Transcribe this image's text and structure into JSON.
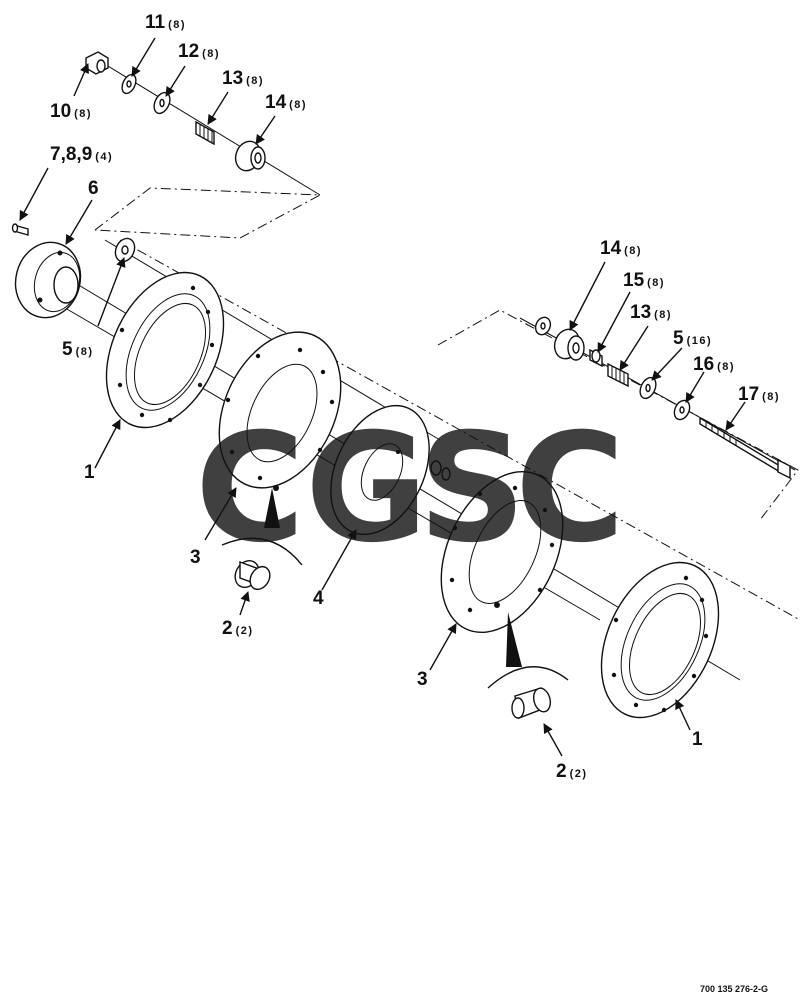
{
  "callouts": [
    {
      "id": "c11",
      "num": "11",
      "qty": "(8)"
    },
    {
      "id": "c12",
      "num": "12",
      "qty": "(8)"
    },
    {
      "id": "c13a",
      "num": "13",
      "qty": "(8)"
    },
    {
      "id": "c14a",
      "num": "14",
      "qty": "(8)"
    },
    {
      "id": "c10",
      "num": "10",
      "qty": "(8)"
    },
    {
      "id": "c789",
      "num": "7,8,9",
      "qty": "(4)"
    },
    {
      "id": "c6",
      "num": "6",
      "qty": ""
    },
    {
      "id": "c5a",
      "num": "5",
      "qty": "(8)"
    },
    {
      "id": "c1a",
      "num": "1",
      "qty": ""
    },
    {
      "id": "c3a",
      "num": "3",
      "qty": ""
    },
    {
      "id": "c2a",
      "num": "2",
      "qty": "(2)"
    },
    {
      "id": "c4",
      "num": "4",
      "qty": ""
    },
    {
      "id": "c14b",
      "num": "14",
      "qty": "(8)"
    },
    {
      "id": "c15",
      "num": "15",
      "qty": "(8)"
    },
    {
      "id": "c13b",
      "num": "13",
      "qty": "(8)"
    },
    {
      "id": "c5b",
      "num": "5",
      "qty": "(16)"
    },
    {
      "id": "c16",
      "num": "16",
      "qty": "(8)"
    },
    {
      "id": "c17",
      "num": "17",
      "qty": "(8)"
    },
    {
      "id": "c3b",
      "num": "3",
      "qty": ""
    },
    {
      "id": "c1b",
      "num": "1",
      "qty": ""
    },
    {
      "id": "c2b",
      "num": "2",
      "qty": "(2)"
    }
  ],
  "figure_id": "700 135 276-2-G",
  "watermark": {
    "letters": [
      "C",
      "G",
      "S",
      "C"
    ],
    "colors": [
      "#4a86e8",
      "#e8595b",
      "#f2c94c",
      "#4fa87a"
    ]
  }
}
